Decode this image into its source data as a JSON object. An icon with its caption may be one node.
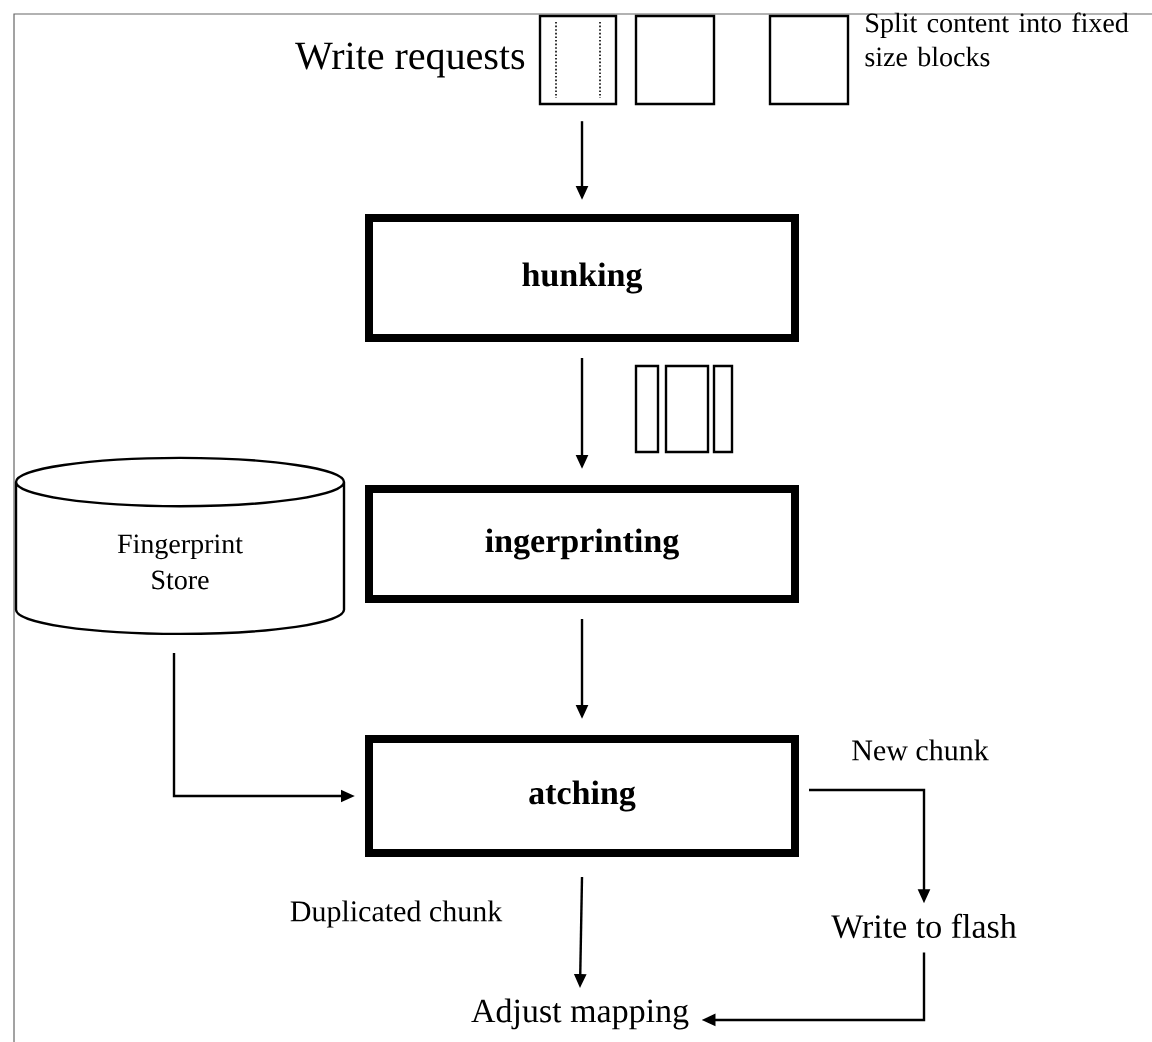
{
  "diagram": {
    "nodes": [
      {
        "text": [],
        "shape": "box",
        "beside": [
          "Write requests"
        ]
      },
      {
        "text": [
          "hunking"
        ]
      },
      {
        "text": [
          "ingerprinting"
        ]
      },
      {
        "text": [
          "Fingerprint Store"
        ]
      },
      {
        "text": [
          "atching"
        ]
      },
      {
        "text": [
          "Write to flash"
        ]
      },
      {
        "text": [
          "Adjust mapping"
        ]
      }
    ],
    "edges": [
      {
        "from": 0,
        "to": 1,
        "arrow": "to"
      },
      {
        "from": 1,
        "to": 2,
        "arrow": "to"
      },
      {
        "from": 2,
        "to": 4,
        "arrow": "to"
      },
      {
        "from": 3,
        "to": 4,
        "arrow": "to"
      },
      {
        "from": 4,
        "to": 5,
        "arrow": "to",
        "label": "New chunk"
      },
      {
        "from": 4,
        "to": 6,
        "arrow": "to",
        "label": "Duplicated chunk"
      },
      {
        "from": 5,
        "to": 6,
        "arrow": "to"
      }
    ],
    "labels": [
      "Split content into fixed size blocks"
    ]
  }
}
